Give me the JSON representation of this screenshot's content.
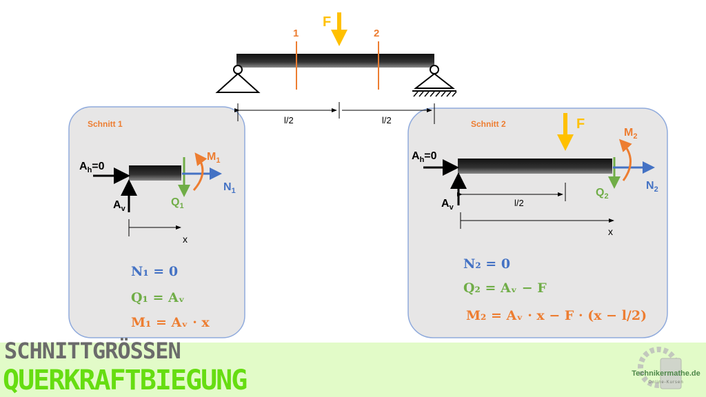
{
  "colors": {
    "blue": "#4472c4",
    "green": "#70ad47",
    "orange": "#ed7d31",
    "yellow": "#ffc000",
    "panel": "#e7e6e6",
    "band": "#e2fbc8"
  },
  "top": {
    "force": "F",
    "cut1": "1",
    "cut2": "2",
    "half1": "l/2",
    "half2": "l/2"
  },
  "left": {
    "title": "Schnitt 1",
    "ah": "A",
    "ah_sub": "h",
    "ah_val": "=0",
    "av": "A",
    "av_sub": "v",
    "q": "Q",
    "q_sub": "1",
    "n": "N",
    "n_sub": "1",
    "m": "M",
    "m_sub": "1",
    "x": "x",
    "eq": [
      "N₁ = 0",
      "Q₁ = Aᵥ",
      "M₁ = Aᵥ · x"
    ]
  },
  "right": {
    "title": "Schnitt 2",
    "force": "F",
    "ah": "A",
    "ah_sub": "h",
    "ah_val": "=0",
    "av": "A",
    "av_sub": "v",
    "q": "Q",
    "q_sub": "2",
    "n": "N",
    "n_sub": "2",
    "m": "M",
    "m_sub": "2",
    "half": "l/2",
    "x": "x",
    "eq": [
      "N₂ = 0",
      "Q₂ = Aᵥ − F",
      "M₂ = Aᵥ · x − F · (x − l/2)"
    ]
  },
  "footer": {
    "title1": "SCHNITTGRÖSSEN",
    "title2": "QUERKRAFTBIEGUNG",
    "logo": "Technikermathe.de",
    "logo_sub": "Online-Kursen"
  }
}
